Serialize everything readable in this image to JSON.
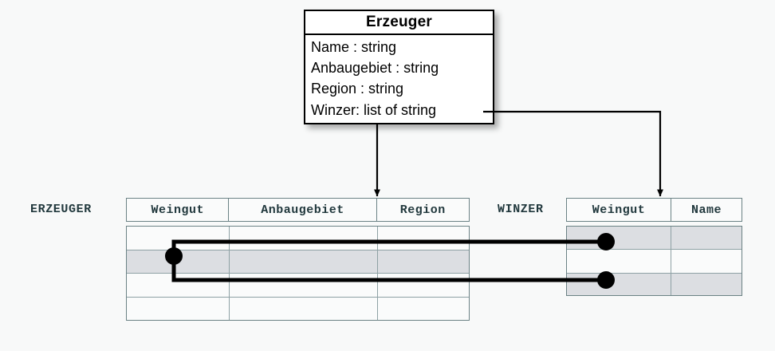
{
  "diagram": {
    "title": "Erzeuger UML class mapped to relational tables",
    "background_color": "#f8f9f9",
    "line_color": "#000000",
    "table_border_color": "#6b8285",
    "highlight_row_color": "#dcdee2"
  },
  "uml_class": {
    "name": "Erzeuger",
    "attributes": [
      "Name : string",
      "Anbaugebiet : string",
      "Region : string",
      "Winzer: list of string"
    ]
  },
  "tables": [
    {
      "label": "ERZEUGER",
      "columns": [
        "Weingut",
        "Anbaugebiet",
        "Region"
      ],
      "rows": [
        {
          "cells": [
            "",
            "",
            ""
          ],
          "highlighted": false
        },
        {
          "cells": [
            "",
            "",
            ""
          ],
          "highlighted": true
        },
        {
          "cells": [
            "",
            "",
            ""
          ],
          "highlighted": false
        },
        {
          "cells": [
            "",
            "",
            ""
          ],
          "highlighted": false
        }
      ]
    },
    {
      "label": "WINZER",
      "columns": [
        "Weingut",
        "Name"
      ],
      "rows": [
        {
          "cells": [
            "",
            ""
          ],
          "highlighted": true
        },
        {
          "cells": [
            "",
            ""
          ],
          "highlighted": false
        },
        {
          "cells": [
            "",
            ""
          ],
          "highlighted": true
        }
      ]
    }
  ],
  "connectors": {
    "arrow_to_erzeuger": "Erzeuger class maps to ERZEUGER table",
    "arrow_to_winzer": "Winzer list attribute maps to WINZER table",
    "join_description": "ERZEUGER.Weingut value joins to two WINZER.Weingut rows",
    "join_endpoints": 3
  }
}
